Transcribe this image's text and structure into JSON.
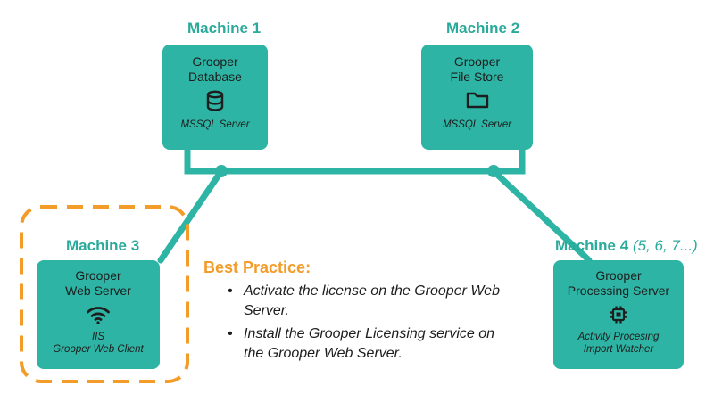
{
  "colors": {
    "teal": "#2db4a4",
    "teal_title": "#2aaa9a",
    "orange": "#f39c2a",
    "text": "#1d1d1d"
  },
  "machines": [
    {
      "title": "Machine 1",
      "extra": "",
      "name_line1": "Grooper",
      "name_line2": "Database",
      "icon": "database-icon",
      "service_line1": "MSSQL Server",
      "service_line2": ""
    },
    {
      "title": "Machine 2",
      "extra": "",
      "name_line1": "Grooper",
      "name_line2": "File Store",
      "icon": "folder-icon",
      "service_line1": "MSSQL Server",
      "service_line2": ""
    },
    {
      "title": "Machine 3",
      "extra": "",
      "name_line1": "Grooper",
      "name_line2": "Web Server",
      "icon": "wifi-icon",
      "service_line1": "IIS",
      "service_line2": "Grooper Web Client"
    },
    {
      "title": "Machine 4",
      "extra": "(5, 6, 7...)",
      "name_line1": "Grooper",
      "name_line2": "Processing Server",
      "icon": "chip-icon",
      "service_line1": "Activity Procesing",
      "service_line2": "Import Watcher"
    }
  ],
  "best_practice": {
    "title": "Best Practice:",
    "items": [
      "Activate the license on the Grooper Web Server.",
      "Install the Grooper Licensing service on the Grooper Web Server."
    ]
  }
}
